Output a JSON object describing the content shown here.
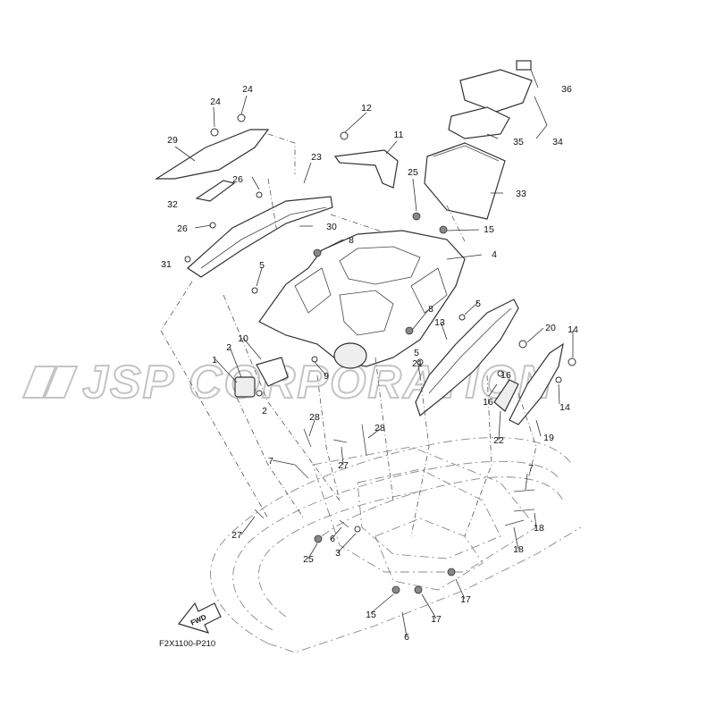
{
  "watermark": "JSP CORPORATION",
  "diagram_code": "F2X1100-P210",
  "fwd_label": "FWD",
  "callouts": {
    "c1": "1",
    "c2a": "2",
    "c2b": "2",
    "c3": "3",
    "c4": "4",
    "c5a": "5",
    "c5b": "5",
    "c5c": "5",
    "c6a": "6",
    "c6b": "6",
    "c7a": "7",
    "c7b": "7",
    "c8a": "8",
    "c8b": "8",
    "c9": "9",
    "c10": "10",
    "c11": "11",
    "c12": "12",
    "c13": "13",
    "c14a": "14",
    "c14b": "14",
    "c15a": "15",
    "c15b": "15",
    "c16a": "16",
    "c16b": "16",
    "c17a": "17",
    "c17b": "17",
    "c18a": "18",
    "c18b": "18",
    "c19": "19",
    "c20": "20",
    "c21": "21",
    "c22": "22",
    "c23": "23",
    "c24a": "24",
    "c24b": "24",
    "c25a": "25",
    "c25b": "25",
    "c26a": "26",
    "c26b": "26",
    "c27a": "27",
    "c27b": "27",
    "c28a": "28",
    "c28b": "28",
    "c29": "29",
    "c30": "30",
    "c31": "31",
    "c32": "32",
    "c33": "33",
    "c34": "34",
    "c35": "35",
    "c36": "36"
  }
}
